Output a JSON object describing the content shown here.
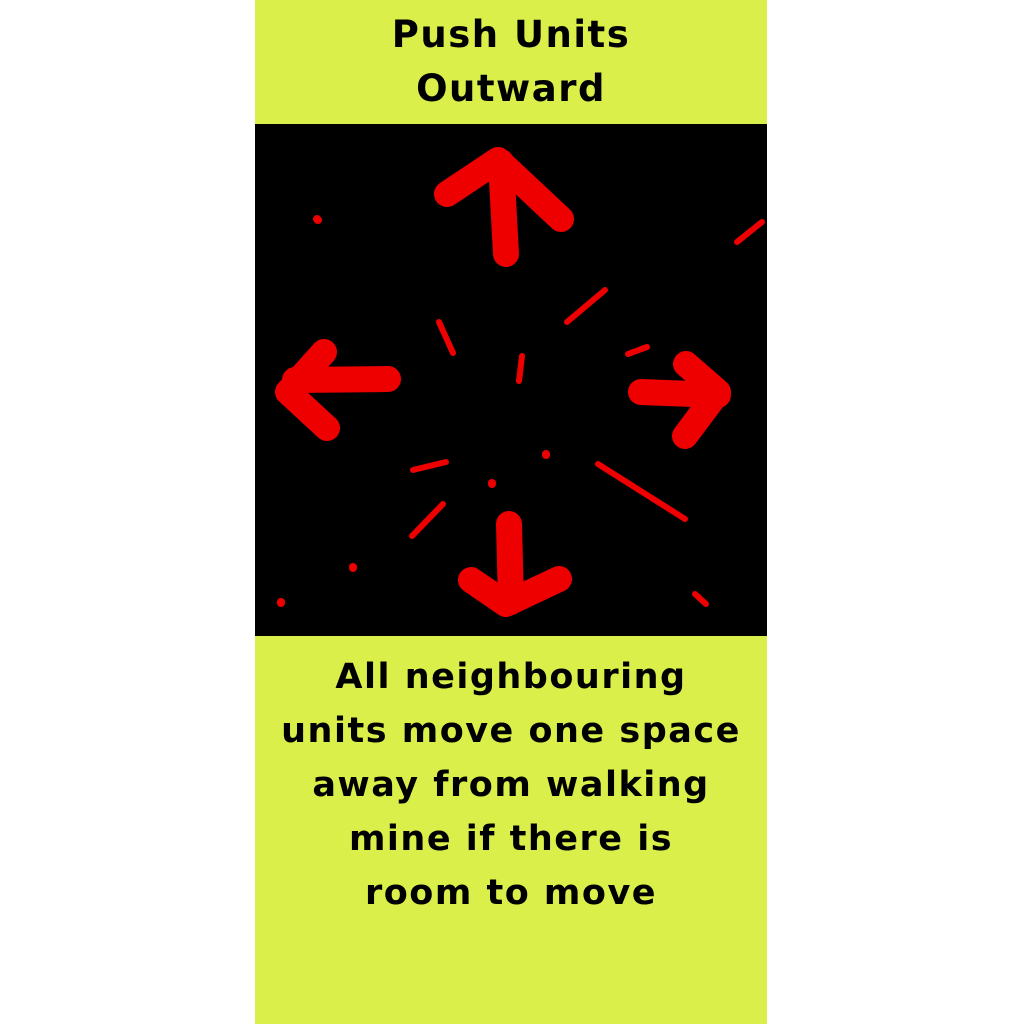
{
  "card": {
    "title_lines": [
      "Push Units",
      "Outward"
    ],
    "description_lines": [
      "All neighbouring",
      "units move one space",
      "away from walking",
      "mine if there is",
      "room to move"
    ],
    "colors": {
      "background": "#dbef4a",
      "art_background": "#000000",
      "arrows": "#ee0000",
      "text": "#000000"
    },
    "art_icons": [
      "arrow-up-icon",
      "arrow-left-icon",
      "arrow-right-icon",
      "arrow-down-icon",
      "burst-lines"
    ]
  }
}
